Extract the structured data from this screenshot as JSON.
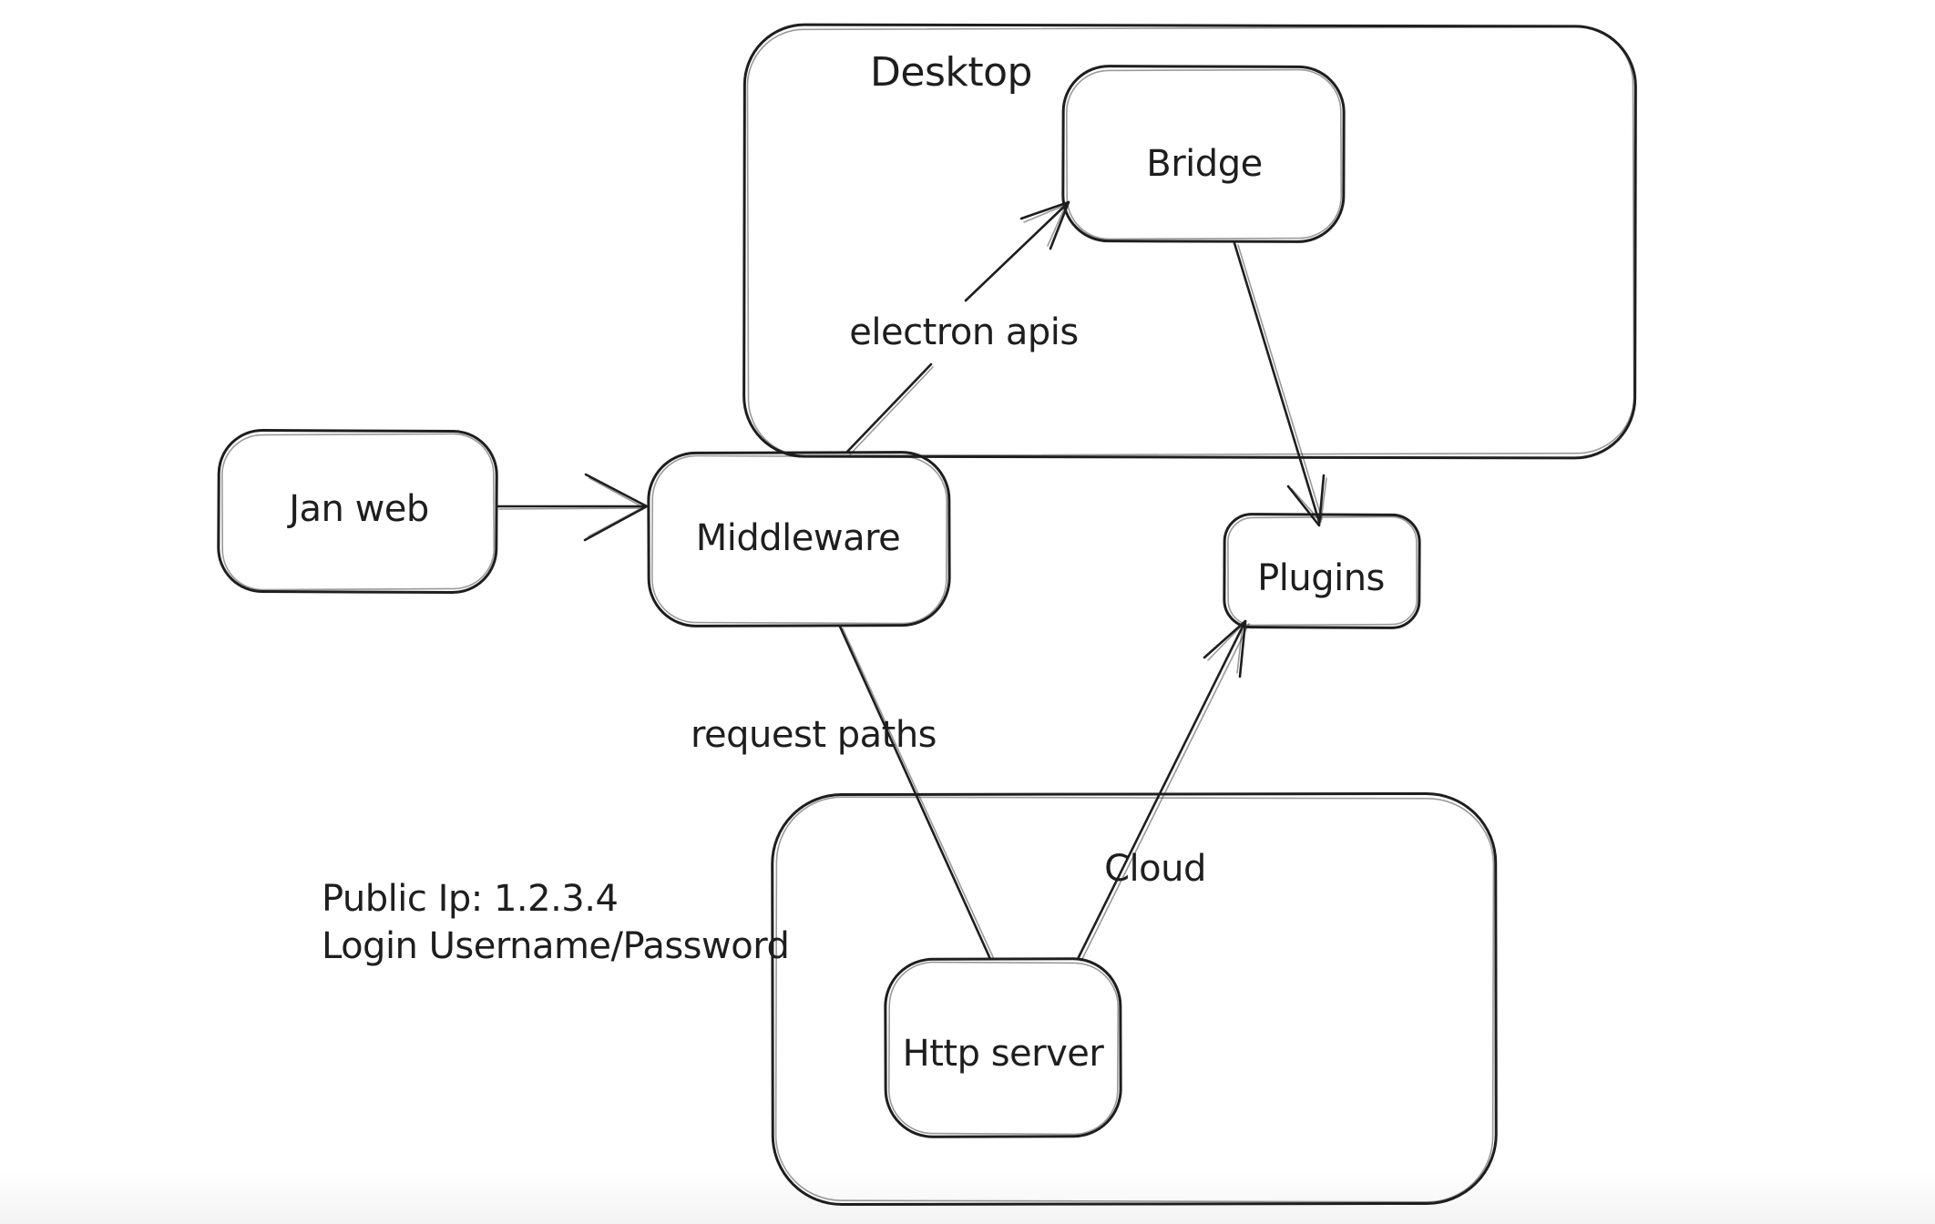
{
  "canvas": {
    "background": "#ffffff",
    "ink": "#1e1e1e"
  },
  "containers": [
    {
      "id": "desktop",
      "label": "Desktop"
    },
    {
      "id": "cloud",
      "label": "Cloud"
    }
  ],
  "nodes": [
    {
      "id": "jan-web",
      "label": "Jan web"
    },
    {
      "id": "middleware",
      "label": "Middleware"
    },
    {
      "id": "bridge",
      "label": "Bridge"
    },
    {
      "id": "plugins",
      "label": "Plugins"
    },
    {
      "id": "http-server",
      "label": "Http server"
    }
  ],
  "edges": [
    {
      "id": "jan-web-to-middleware",
      "from": "jan-web",
      "to": "middleware",
      "label": ""
    },
    {
      "id": "middleware-to-bridge",
      "from": "middleware",
      "to": "bridge",
      "label": "electron apis"
    },
    {
      "id": "bridge-to-plugins",
      "from": "bridge",
      "to": "plugins",
      "label": ""
    },
    {
      "id": "middleware-to-http-server",
      "from": "middleware",
      "to": "http-server",
      "label": "request paths"
    },
    {
      "id": "http-server-to-plugins",
      "from": "http-server",
      "to": "plugins",
      "label": ""
    }
  ],
  "annotations": [
    {
      "text": "Public Ip: 1.2.3.4"
    },
    {
      "text": "Login Username/Password"
    }
  ]
}
